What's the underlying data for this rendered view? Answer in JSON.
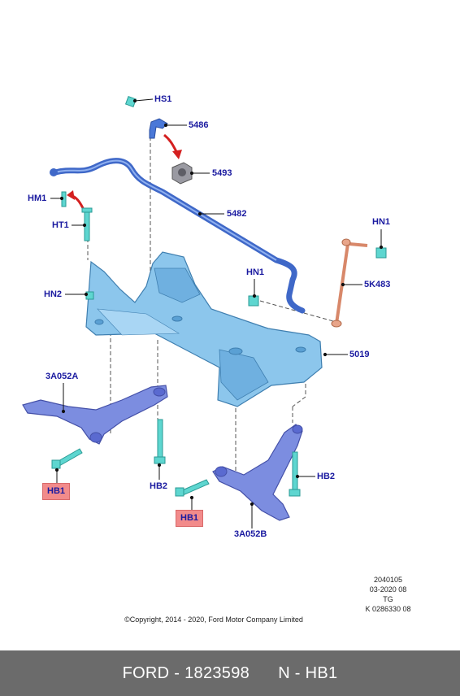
{
  "callouts": {
    "hs1": "HS1",
    "p5486": "5486",
    "p5493": "5493",
    "hm1": "HM1",
    "ht1": "HT1",
    "p5482": "5482",
    "hn1_right": "HN1",
    "hn1_mid": "HN1",
    "p5k483": "5K483",
    "hn2": "HN2",
    "p5019": "5019",
    "p3a052a": "3A052A",
    "hb2_left": "HB2",
    "hb2_right": "HB2",
    "hb1_left": "HB1",
    "hb1_right": "HB1",
    "p3a052b": "3A052B"
  },
  "stamp": {
    "line1": "2040105",
    "line2": "03-2020 08",
    "line3": "TG",
    "line4": "K 0286330 08"
  },
  "copyright": "©Copyright, 2014 - 2020, Ford Motor Company Limited",
  "footer": {
    "text": "FORD - 1823598      N - HB1"
  },
  "colors": {
    "label_text": "#1a1aa0",
    "highlight": "#f28b8b",
    "frame": "#8cc6ec",
    "bar": "#4a78d8",
    "arm": "#7c8de0",
    "bolt": "#5ed6d0",
    "link": "#e8a58a",
    "arrow": "#d42020",
    "footer_bg": "#6b6b6b"
  }
}
